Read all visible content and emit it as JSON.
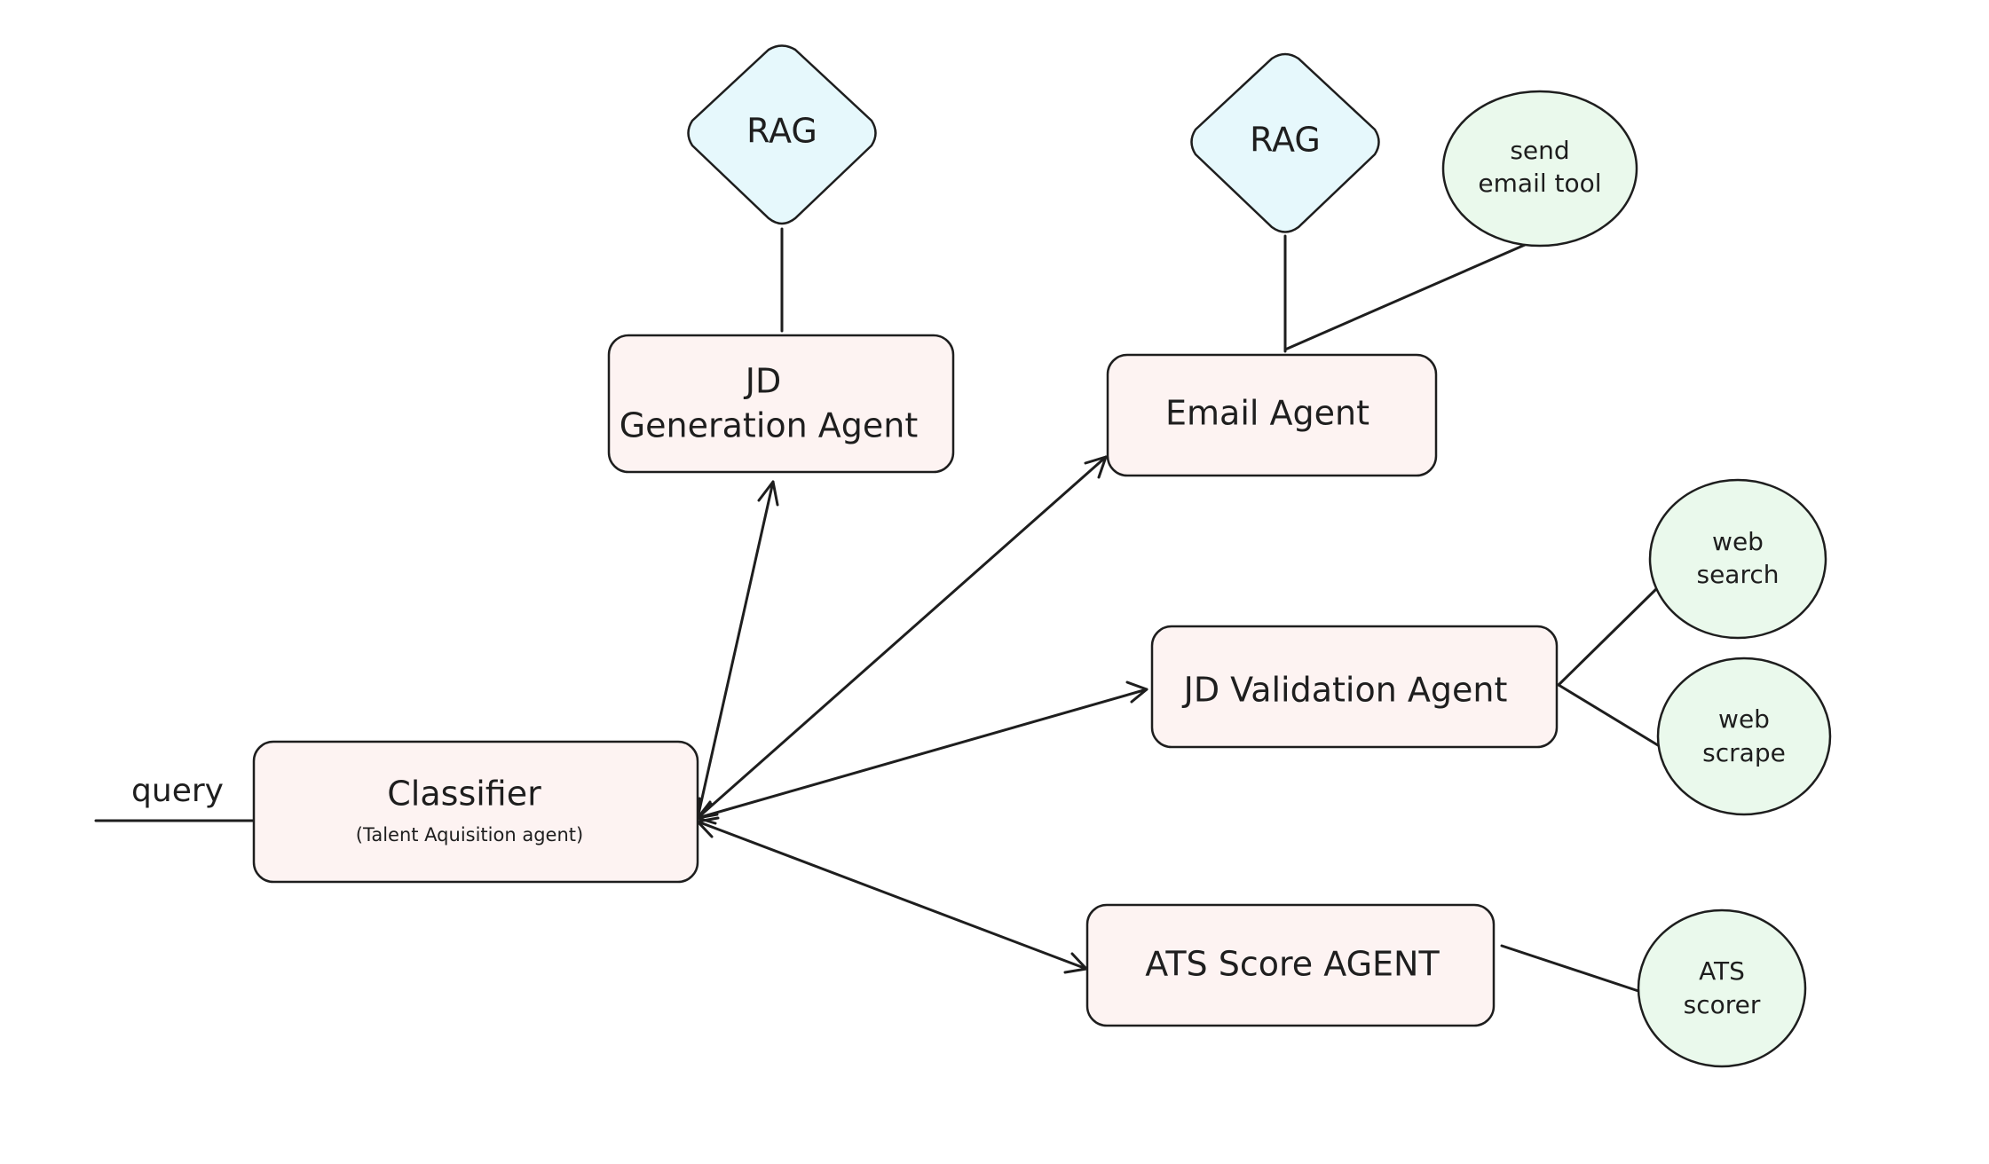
{
  "diagram": {
    "query_label": "query",
    "classifier": {
      "title": "Classifier",
      "subtitle": "(Talent Aquisition agent)"
    },
    "jd_generation_agent": {
      "line1": "JD",
      "line2": "Generation Agent"
    },
    "email_agent": {
      "label": "Email Agent"
    },
    "jd_validation_agent": {
      "label": "JD Validation Agent"
    },
    "ats_score_agent": {
      "label": "ATS Score AGENT"
    },
    "rag_jd": {
      "label": "RAG"
    },
    "rag_email": {
      "label": "RAG"
    },
    "send_email_tool": {
      "line1": "send",
      "line2": "email tool"
    },
    "web_search": {
      "line1": "web",
      "line2": "search"
    },
    "web_scrape": {
      "line1": "web",
      "line2": "scrape"
    },
    "ats_scorer": {
      "line1": "ATS",
      "line2": "scorer"
    }
  },
  "colors": {
    "agent_fill": "#fdf3f2",
    "rag_fill": "#e6f8fc",
    "tool_fill": "#eaf9ec",
    "stroke": "#1e1e1e"
  }
}
